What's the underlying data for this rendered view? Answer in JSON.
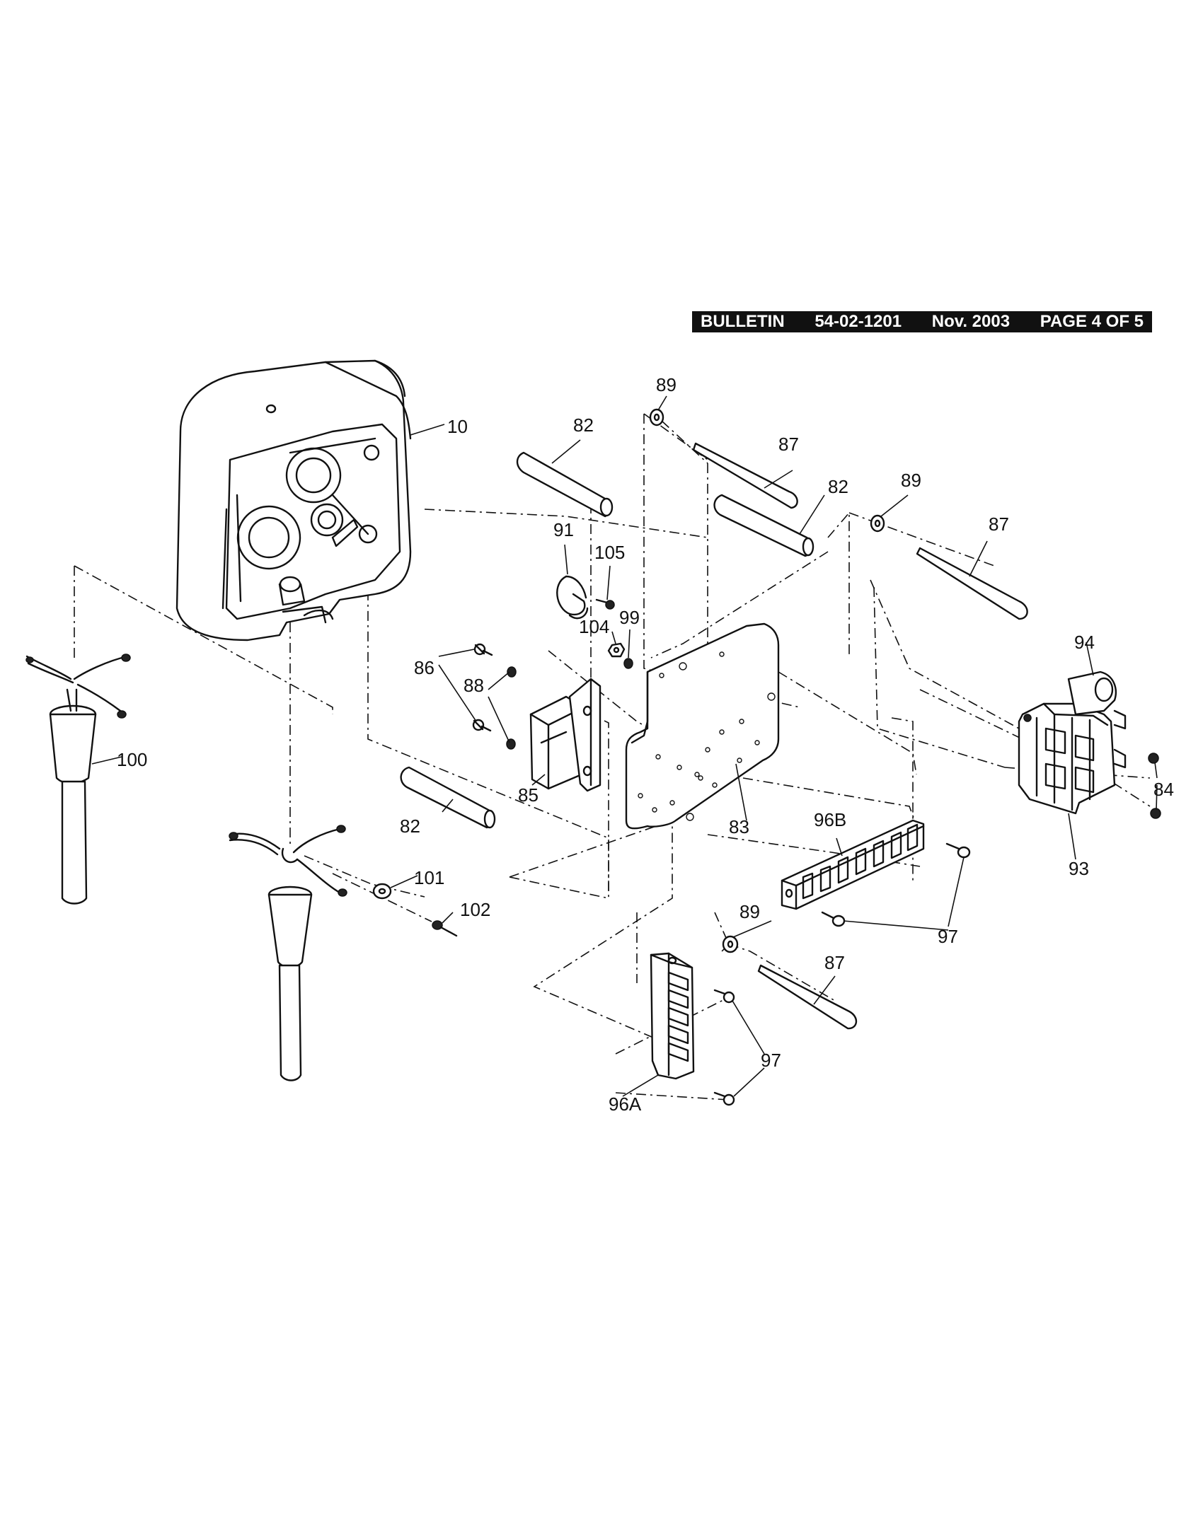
{
  "header": {
    "bulletin": "BULLETIN",
    "number": "54-02-1201",
    "date": "Nov. 2003",
    "page": "PAGE 4 OF 5"
  },
  "callouts": {
    "c10": "10",
    "c82a": "82",
    "c82b": "82",
    "c82c": "82",
    "c83": "83",
    "c84": "84",
    "c85": "85",
    "c86": "86",
    "c87a": "87",
    "c87b": "87",
    "c87c": "87",
    "c88": "88",
    "c89a": "89",
    "c89b": "89",
    "c89c": "89",
    "c91": "91",
    "c93": "93",
    "c94": "94",
    "c96a": "96A",
    "c96b": "96B",
    "c97a": "97",
    "c97b": "97",
    "c99": "99",
    "c100": "100",
    "c101": "101",
    "c102": "102",
    "c104": "104",
    "c105": "105"
  }
}
